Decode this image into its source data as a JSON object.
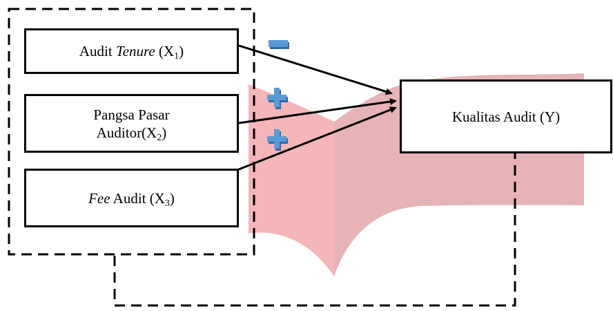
{
  "diagram": {
    "independent_variables": [
      {
        "id": "x1",
        "lines": [
          {
            "pre": "Audit ",
            "em": "Tenure",
            "post": " (X",
            "sub": "1",
            "end": ")"
          }
        ],
        "effect_sign": "-",
        "effect_color": "#5b9bd5"
      },
      {
        "id": "x2",
        "lines": [
          {
            "pre": "Pangsa Pasar",
            "em": "",
            "post": "",
            "sub": "",
            "end": ""
          },
          {
            "pre": "Auditor(X",
            "em": "",
            "post": "",
            "sub": "2",
            "end": ")"
          }
        ],
        "effect_sign": "+",
        "effect_color": "#5b9bd5"
      },
      {
        "id": "x3",
        "lines": [
          {
            "pre": "",
            "em": "Fee",
            "post": " Audit (X",
            "sub": "3",
            "end": ")"
          }
        ],
        "effect_sign": "+",
        "effect_color": "#5b9bd5"
      }
    ],
    "dependent_variable": {
      "id": "y",
      "label": "Kualitas Audit (Y)"
    },
    "colors": {
      "stroke": "#000000",
      "book_left": "#f4b6b9",
      "book_right": "#e6b4b6",
      "sign": "#5b9bd5",
      "sign_shadow": "#2e6aa8"
    }
  }
}
